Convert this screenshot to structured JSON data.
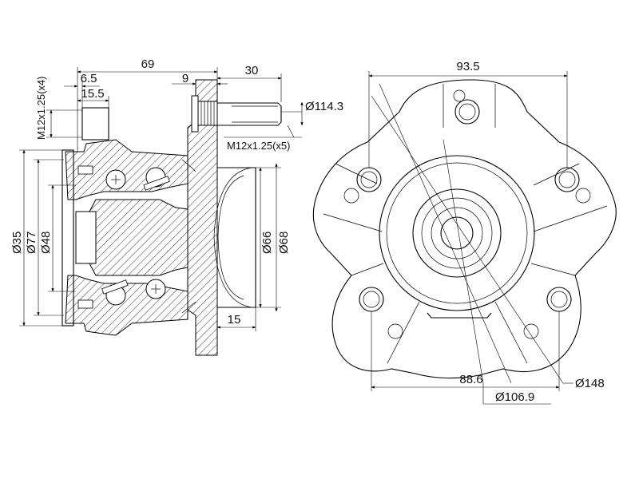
{
  "side_view": {
    "dim_total_length": "69",
    "dim_stud_protrusion": "30",
    "dim_flange_thickness": "9",
    "dim_pilot_offset": "6.5",
    "dim_pilot_depth": "15.5",
    "dim_bore_thread": "M12x1.25(x4)",
    "dim_stud_thread": "M12x1.25(x5)",
    "dim_stud_pcd": "Ø114.3",
    "dim_outer_1": "Ø35",
    "dim_outer_2": "Ø77",
    "dim_outer_3": "Ø48",
    "dim_pilot_1": "Ø66",
    "dim_pilot_2": "Ø68",
    "dim_pilot_length": "15"
  },
  "front_view": {
    "dim_width": "93.5",
    "dim_bolt_span": "88.6",
    "dim_diam_large": "Ø148",
    "dim_diam_hub": "Ø106.9"
  }
}
